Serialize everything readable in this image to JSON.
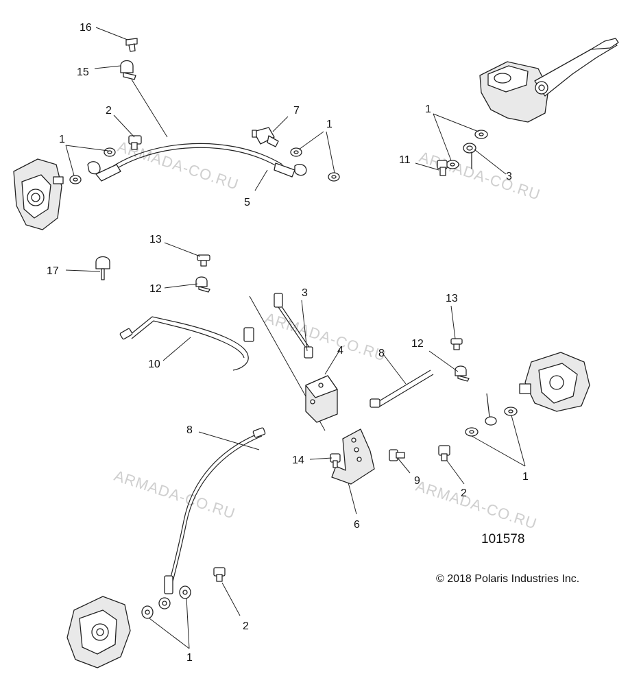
{
  "diagram": {
    "catalog_number": "101578",
    "copyright": "© 2018 Polaris Industries Inc.",
    "watermark": "ARMADA-CO.RU",
    "callouts": {
      "c16": "16",
      "c15": "15",
      "c2a": "2",
      "c1a": "1",
      "c7": "7",
      "c1b": "1",
      "c5": "5",
      "c1c": "1",
      "c11": "11",
      "c3a": "3",
      "c13a": "13",
      "c17": "17",
      "c12a": "12",
      "c3b": "3",
      "c10": "10",
      "c4": "4",
      "c13b": "13",
      "c12b": "12",
      "c8a": "8",
      "c8b": "8",
      "c14": "14",
      "c9": "9",
      "c2b": "2",
      "c1d": "1",
      "c6": "6",
      "c2c": "2",
      "c1e": "1"
    }
  }
}
